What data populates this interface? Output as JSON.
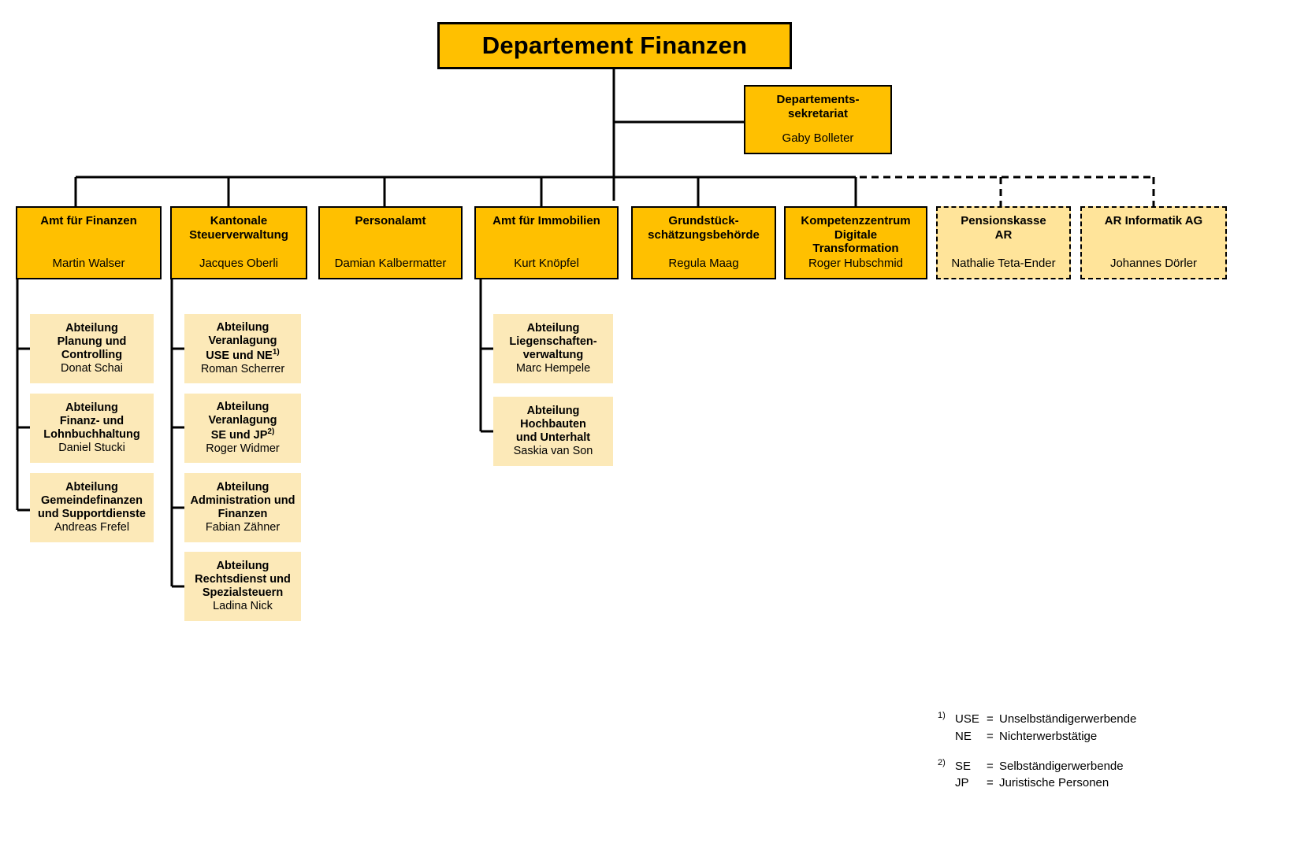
{
  "colors": {
    "office_fill": "#ffc000",
    "external_fill": "#ffe49a",
    "division_fill": "#fce9b8",
    "line": "#000000",
    "text": "#000000"
  },
  "root": {
    "title": "Departement Finanzen"
  },
  "secretariat": {
    "title": "Departements-\nsekretariat",
    "person": "Gaby Bolleter"
  },
  "offices": [
    {
      "id": "amt-fuer-finanzen",
      "title": "Amt für Finanzen",
      "person": "Martin Walser",
      "divisions": [
        {
          "title": "Abteilung\nPlanung und\nControlling",
          "person": "Donat Schai"
        },
        {
          "title": "Abteilung\nFinanz- und\nLohnbuchhaltung",
          "person": "Daniel Stucki"
        },
        {
          "title": "Abteilung\nGemeindefinanzen\nund Supportdienste",
          "person": "Andreas Frefel"
        }
      ]
    },
    {
      "id": "kantonale-steuerverwaltung",
      "title": "Kantonale\nSteuerverwaltung",
      "person": "Jacques Oberli",
      "divisions": [
        {
          "title": "Abteilung\nVeranlagung\nUSE und NE",
          "footnote": "1)",
          "person": "Roman Scherrer"
        },
        {
          "title": "Abteilung\nVeranlagung\nSE und JP",
          "footnote": "2)",
          "person": "Roger Widmer"
        },
        {
          "title": "Abteilung\nAdministration und\nFinanzen",
          "person": "Fabian Zähner"
        },
        {
          "title": "Abteilung\nRechtsdienst und\nSpezialsteuern",
          "person": "Ladina Nick"
        }
      ]
    },
    {
      "id": "personalamt",
      "title": "Personalamt",
      "person": "Damian Kalbermatter",
      "divisions": []
    },
    {
      "id": "amt-fuer-immobilien",
      "title": "Amt für Immobilien",
      "person": "Kurt Knöpfel",
      "divisions": [
        {
          "title": "Abteilung\nLiegenschaften-\nverwaltung",
          "person": "Marc Hempele"
        },
        {
          "title": "Abteilung\nHochbauten\nund Unterhalt",
          "person": "Saskia van Son"
        }
      ]
    },
    {
      "id": "grundstueckschaetzungsbehoerde",
      "title": "Grundstück-\nschätzungsbehörde",
      "person": "Regula Maag",
      "divisions": []
    },
    {
      "id": "kompetenzzentrum-digitale-transformation",
      "title": "Kompetenzzentrum\nDigitale\nTransformation",
      "person": "Roger Hubschmid",
      "divisions": []
    }
  ],
  "external_units": [
    {
      "id": "pensionskasse-ar",
      "title": "Pensionskasse\nAR",
      "person": "Nathalie Teta-Ender"
    },
    {
      "id": "ar-informatik-ag",
      "title": "AR Informatik AG",
      "person": "Johannes Dörler"
    }
  ],
  "legend": [
    {
      "marker": "1)",
      "rows": [
        {
          "abbr": "USE",
          "eq": "=",
          "definition": "Unselbständigerwerbende"
        },
        {
          "abbr": "NE",
          "eq": "=",
          "definition": "Nichterwerbstätige"
        }
      ]
    },
    {
      "marker": "2)",
      "rows": [
        {
          "abbr": "SE",
          "eq": "=",
          "definition": "Selbständigerwerbende"
        },
        {
          "abbr": "JP",
          "eq": "=",
          "definition": "Juristische Personen"
        }
      ]
    }
  ]
}
